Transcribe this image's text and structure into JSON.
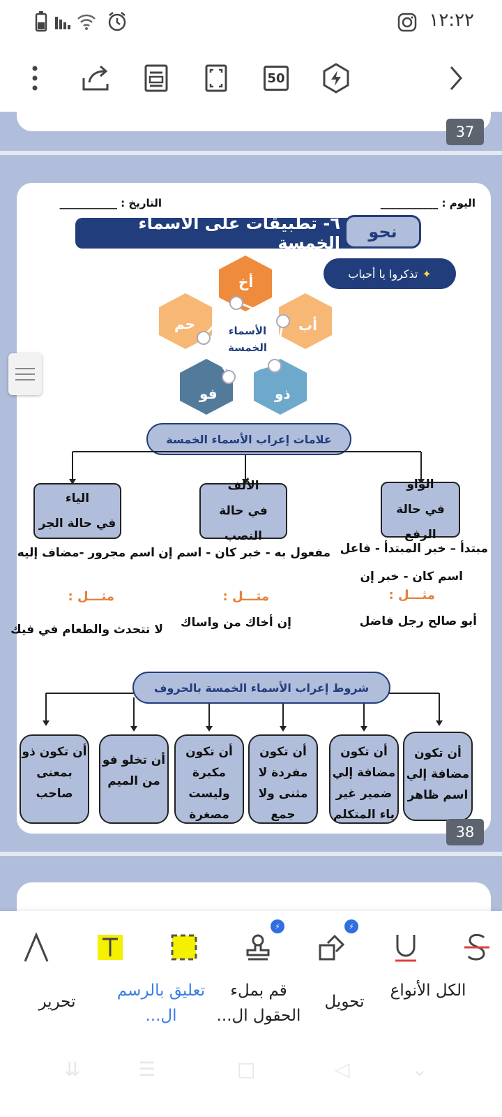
{
  "status": {
    "time": "١٢:٢٢"
  },
  "toolbar": {
    "zoom_label": "50",
    "items": [
      "more-icon",
      "share-icon",
      "reading-mode-icon",
      "fullscreen-icon",
      "zoom-icon",
      "premium-icon",
      "next-arrow-icon"
    ]
  },
  "pages": {
    "prev_number": "37",
    "current_number": "38"
  },
  "worksheet": {
    "day_label": "اليوم : ___________",
    "date_label": "التاريخ : ___________",
    "subject_tag": "نحو",
    "title": "٦- تطبيقات على الأسماء الخمسة",
    "reminder": "تذكروا يا أحباب",
    "hexagons": {
      "center": "الأسماء الخمسة",
      "akh": "أخ",
      "ab": "أب",
      "ham": "حم",
      "fu": "فو",
      "dhu": "ذو"
    },
    "signs_header": "علامات إعراب الأسماء الخمسة",
    "signs": [
      {
        "title": "الواو",
        "case": "في حالة الرفع",
        "uses": "مبتدأ – خبر المبتدأ - فاعل",
        "uses2": "اسم كان - خبر إن",
        "example_label": "مثـــل :",
        "example": "أبو صالح رجل فاضل"
      },
      {
        "title": "الألف",
        "case": "في حالة النصب",
        "uses": "مفعول به - خبر كان - اسم إن",
        "uses2": "",
        "example_label": "مثـــل :",
        "example": "إن أخاك من واساك"
      },
      {
        "title": "الياء",
        "case": "في حالة الجر",
        "uses": "اسم مجرور -مضاف إليه",
        "uses2": "",
        "example_label": "مثـــل :",
        "example": "لا تتحدث والطعام في فيك"
      }
    ],
    "conditions_header": "شروط إعراب الأسماء الخمسة بالحروف",
    "conditions": [
      "أن تكون مضافة إلي اسم ظاهر",
      "أن تكون مضافة إلي ضمير غير ياء المتكلم",
      "أن تكون مفردة لا مثنى ولا جمع",
      "أن تكون مكبرة وليست مصغرة",
      "أن تخلو فو من الميم",
      "أن تكون ذو بمعنى صاحب"
    ]
  },
  "bottom_tools": {
    "icons": [
      "strikethrough-icon",
      "underline-icon",
      "area-convert-icon",
      "stamp-icon",
      "rectangle-select-icon",
      "text-highlight-icon",
      "pen-shape-icon"
    ],
    "tabs": [
      {
        "label": "الكل الأنواع"
      },
      {
        "label": "تحويل"
      },
      {
        "label": "قم بملء الحقول ال..."
      },
      {
        "label": "تعليق بالرسم ال..."
      },
      {
        "label": "تحرير"
      }
    ]
  },
  "colors": {
    "navy": "#223d7c",
    "lavender": "#b1bedb",
    "orange": "#ee8b3c",
    "light_orange": "#f7b876",
    "steel_blue": "#527a9b",
    "sky_blue": "#6ea9cc",
    "accent_blue": "#3b7ee6"
  }
}
